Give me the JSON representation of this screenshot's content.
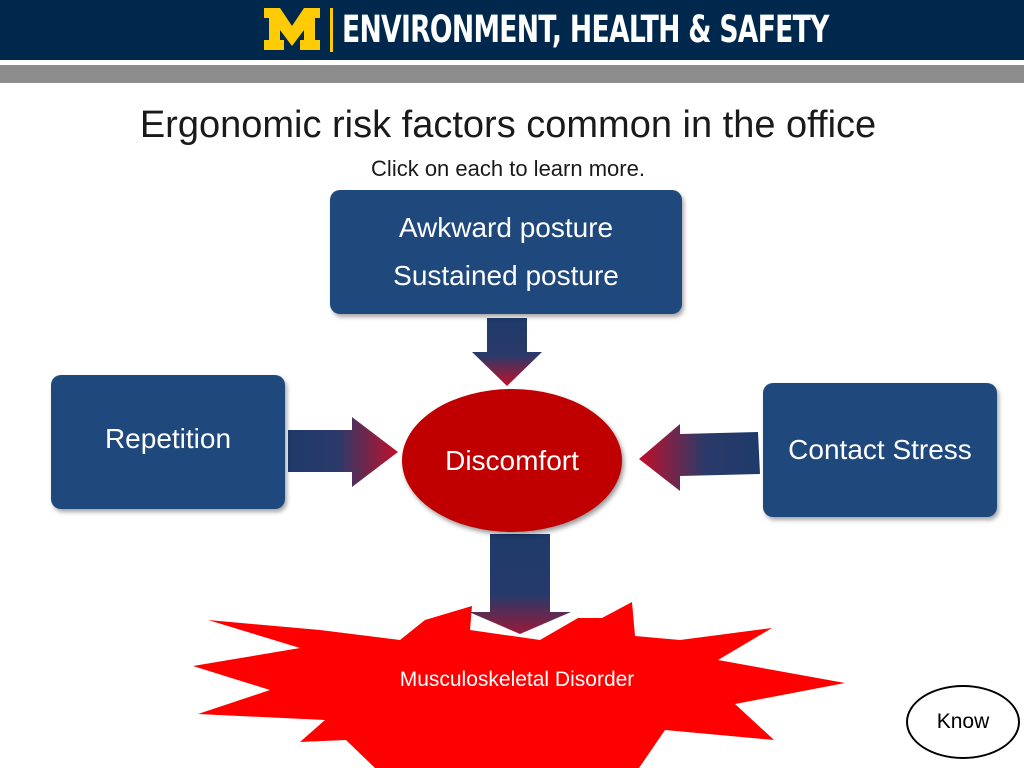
{
  "header": {
    "logo_letter": "M",
    "title": "ENVIRONMENT, HEALTH & SAFETY",
    "brand_colors": {
      "navy": "#00274c",
      "maize": "#ffcb05",
      "grey_bar": "#8c8c8c"
    }
  },
  "slide": {
    "title": "Ergonomic risk factors common in the office",
    "subtitle": "Click on each to learn more."
  },
  "diagram": {
    "top_box": {
      "line1": "Awkward posture",
      "line2": "Sustained posture"
    },
    "left_box": {
      "label": "Repetition"
    },
    "right_box": {
      "label": "Contact Stress"
    },
    "center": {
      "label": "Discomfort"
    },
    "outcome": {
      "label": "Musculoskeletal Disorder"
    },
    "colors": {
      "box": "#1f497d",
      "center": "#c00000",
      "burst": "#ff0000",
      "arrow_start": "#1f3a6a",
      "arrow_end": "#c0102a"
    }
  },
  "nav": {
    "know_label": "Know"
  }
}
